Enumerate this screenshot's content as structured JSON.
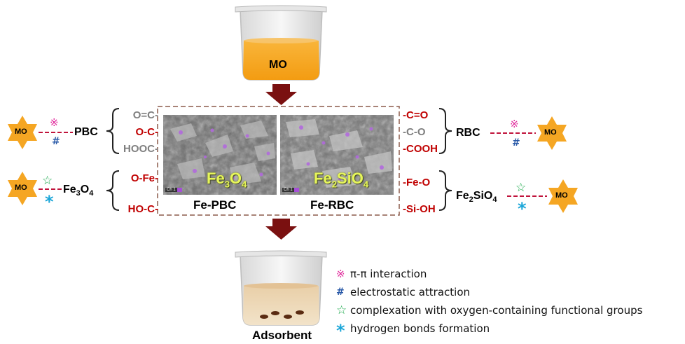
{
  "top_beaker": {
    "label": "MO"
  },
  "bottom_beaker": {
    "label": "Adsorbent"
  },
  "sem_images": {
    "left": {
      "name": "Fe-PBC",
      "phase_main": "Fe",
      "phase_sub1": "3",
      "phase_mid": "O",
      "phase_sub2": "4"
    },
    "right": {
      "name": "Fe-RBC",
      "phase_main": "Fe",
      "phase_sub1": "2",
      "phase_mid": "SiO",
      "phase_sub2": "4"
    }
  },
  "left_groups_top": [
    "O=C-",
    "O-C-",
    "HOOC-"
  ],
  "left_groups_bottom": [
    "O-Fe-",
    "HO-C-"
  ],
  "right_groups_top": [
    "-C=O",
    "-C-O",
    "-COOH"
  ],
  "right_groups_bottom": [
    "-Fe-O",
    "-Si-OH"
  ],
  "left_materials": {
    "top": "PBC",
    "bottom_main": "Fe",
    "bottom_sub": "3",
    "bottom_mid": "O",
    "bottom_sub2": "4"
  },
  "right_materials": {
    "top": "RBC",
    "bottom_main": "Fe",
    "bottom_sub": "2",
    "bottom_mid": "SiO",
    "bottom_sub2": "4"
  },
  "mo_label": "MO",
  "legend": [
    {
      "symbol": "※",
      "text": "π-π interaction",
      "color": "#e0299b"
    },
    {
      "symbol": "#",
      "text": "electrostatic attraction",
      "color": "#2a5aa8"
    },
    {
      "symbol": "☆",
      "text": "complexation with oxygen-containing functional groups",
      "color": "#1aa84a"
    },
    {
      "symbol": "*",
      "text": "hydrogen bonds formation",
      "color": "#1aa6d8"
    }
  ],
  "colors": {
    "arrow": "#7a1010",
    "star": "#f5a623",
    "dash": "#c0143c",
    "box": "#8b5a4a"
  }
}
